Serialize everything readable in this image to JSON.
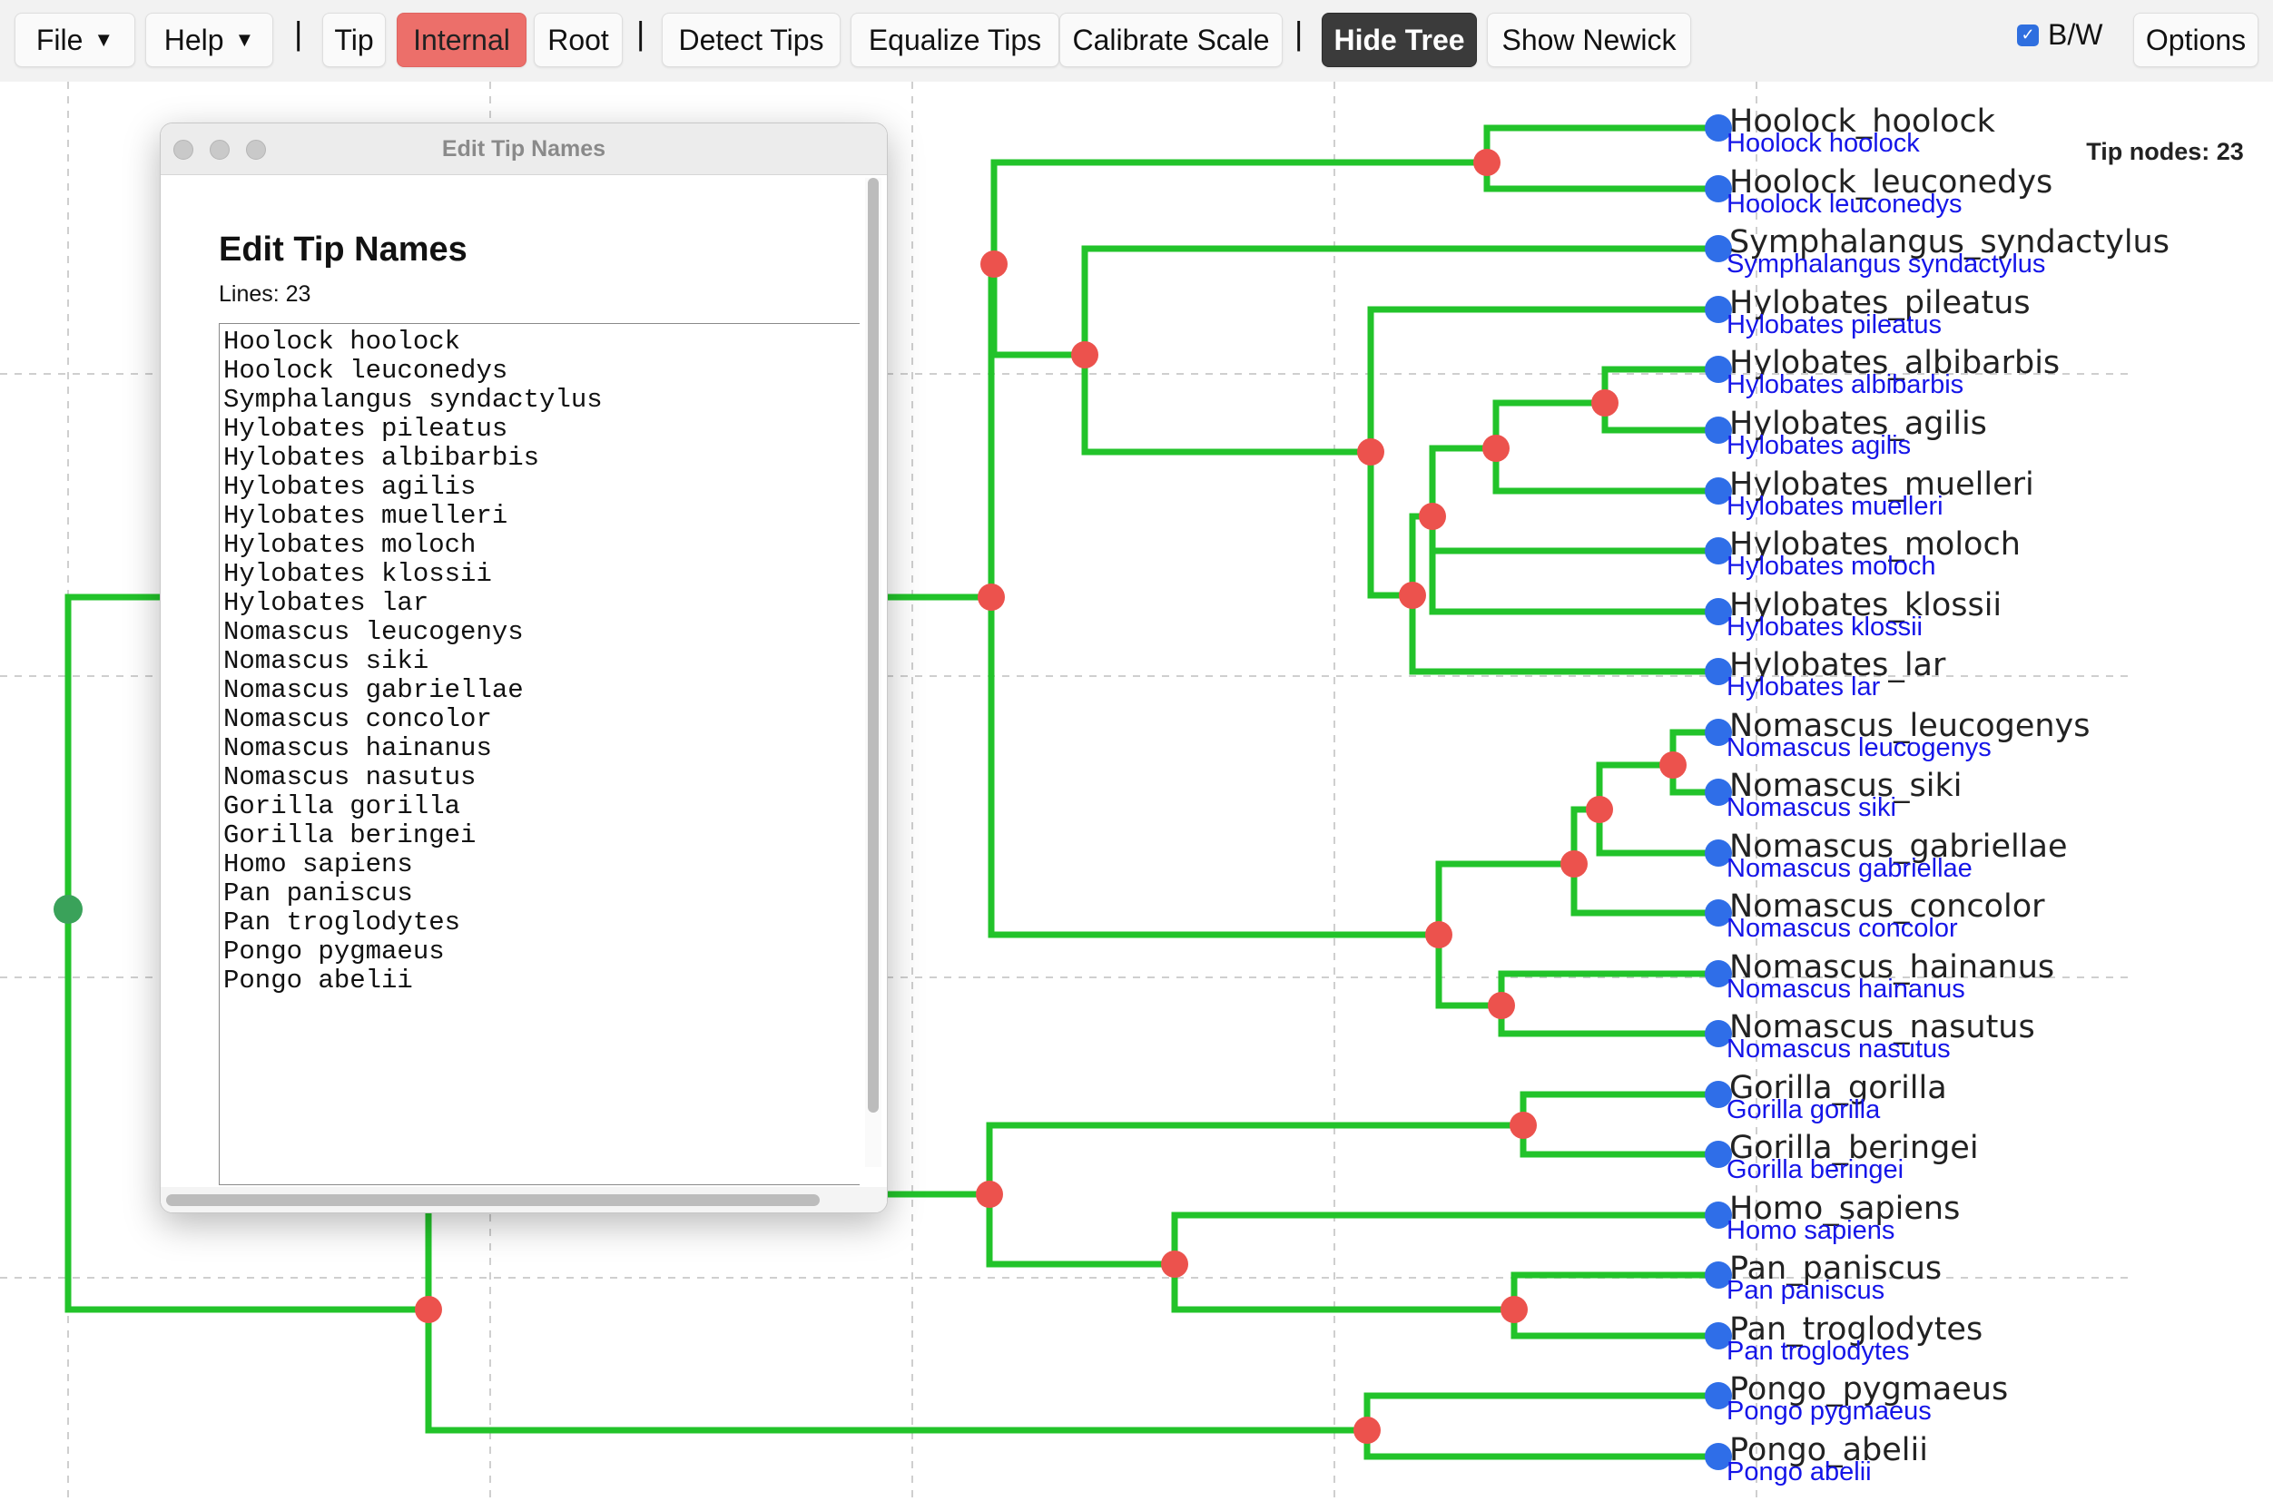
{
  "toolbar": {
    "file_label": "File",
    "help_label": "Help",
    "separator": "|",
    "tip_label": "Tip",
    "internal_label": "Internal",
    "root_label": "Root",
    "detect_tips_label": "Detect Tips",
    "equalize_tips_label": "Equalize Tips",
    "calibrate_scale_label": "Calibrate Scale",
    "hide_tree_label": "Hide Tree",
    "show_newick_label": "Show Newick",
    "bw_label": "B/W",
    "bw_checked": true,
    "options_label": "Options"
  },
  "colors": {
    "branch": "#22c32a",
    "internal_node": "#ec524d",
    "tip_node": "#2f6ee8",
    "root_node": "#3aa25a",
    "overlay_label": "#1515e8",
    "internal_button": "#ec6f6a",
    "hide_tree_button": "#3b3b3b"
  },
  "status": {
    "tip_nodes_label": "Tip nodes: 23"
  },
  "tips": [
    "Hoolock_hoolock",
    "Hoolock_leuconedys",
    "Symphalangus_syndactylus",
    "Hylobates_pileatus",
    "Hylobates_albibarbis",
    "Hylobates_agilis",
    "Hylobates_muelleri",
    "Hylobates_moloch",
    "Hylobates_klossii",
    "Hylobates_lar",
    "Nomascus_leucogenys",
    "Nomascus_siki",
    "Nomascus_gabriellae",
    "Nomascus_concolor",
    "Nomascus_hainanus",
    "Nomascus_nasutus",
    "Gorilla_gorilla",
    "Gorilla_beringei",
    "Homo_sapiens",
    "Pan_paniscus",
    "Pan_troglodytes",
    "Pongo_pygmaeus",
    "Pongo_abelii"
  ],
  "overlay_tips": [
    "Hoolock hoolock",
    "Hoolock leuconedys",
    "Symphalangus syndactylus",
    "Hylobates pileatus",
    "Hylobates albibarbis",
    "Hylobates agilis",
    "Hylobates muelleri",
    "Hylobates moloch",
    "Hylobates klossii",
    "Hylobates lar",
    "Nomascus leucogenys",
    "Nomascus siki",
    "Nomascus gabriellae",
    "Nomascus concolor",
    "Nomascus hainanus",
    "Nomascus nasutus",
    "Gorilla gorilla",
    "Gorilla beringei",
    "Homo sapiens",
    "Pan paniscus",
    "Pan troglodytes",
    "Pongo pygmaeus",
    "Pongo abelii"
  ],
  "dialog": {
    "title": "Edit Tip Names",
    "heading": "Edit Tip Names",
    "lines_label": "Lines: 23",
    "text": "Hoolock hoolock\nHoolock leuconedys\nSymphalangus syndactylus\nHylobates pileatus\nHylobates albibarbis\nHylobates agilis\nHylobates muelleri\nHylobates moloch\nHylobates klossii\nHylobates lar\nNomascus leucogenys\nNomascus siki\nNomascus gabriellae\nNomascus concolor\nNomascus hainanus\nNomascus nasutus\nGorilla gorilla\nGorilla beringei\nHomo sapiens\nPan paniscus\nPan troglodytes\nPongo pygmaeus\nPongo abelii"
  }
}
